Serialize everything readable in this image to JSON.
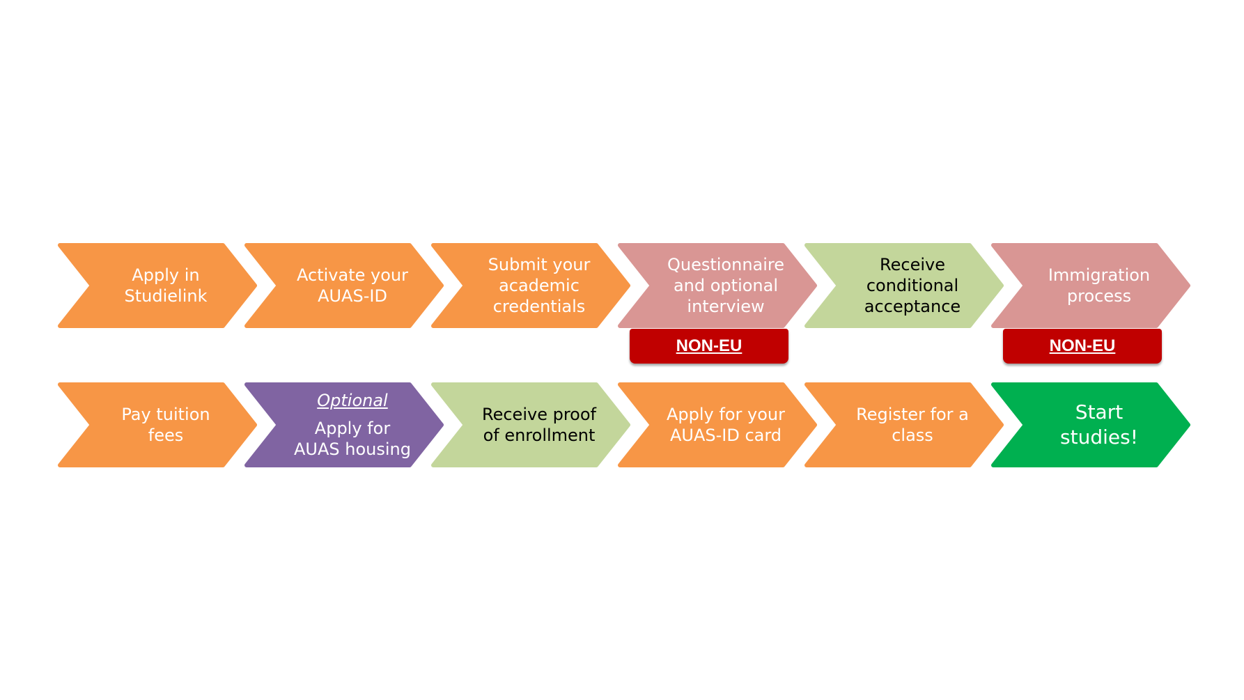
{
  "colors": {
    "orange": "#f79646",
    "pink": "#d99694",
    "light_green": "#c3d69b",
    "purple": "#8064a2",
    "green": "#00b050",
    "badge_red": "#c00000"
  },
  "rows": [
    {
      "steps": [
        {
          "lines": [
            "Apply in",
            "Studielink"
          ],
          "color": "#f79646",
          "text_color": "#ffffff"
        },
        {
          "lines": [
            "Activate your",
            "AUAS-ID"
          ],
          "color": "#f79646",
          "text_color": "#ffffff"
        },
        {
          "lines": [
            "Submit your",
            "academic",
            "credentials"
          ],
          "color": "#f79646",
          "text_color": "#ffffff"
        },
        {
          "lines": [
            "Questionnaire",
            "and optional",
            "interview"
          ],
          "color": "#d99694",
          "text_color": "#ffffff",
          "badge": "NON-EU"
        },
        {
          "lines": [
            "Receive",
            "conditional",
            "acceptance"
          ],
          "color": "#c3d69b",
          "text_color": "#000000"
        },
        {
          "lines": [
            "Immigration",
            "process"
          ],
          "color": "#d99694",
          "text_color": "#ffffff",
          "badge": "NON-EU"
        }
      ]
    },
    {
      "steps": [
        {
          "lines": [
            "Pay tuition",
            "fees"
          ],
          "color": "#f79646",
          "text_color": "#ffffff"
        },
        {
          "optional_label": "Optional",
          "lines": [
            "Apply for",
            "AUAS housing"
          ],
          "color": "#8064a2",
          "text_color": "#ffffff"
        },
        {
          "lines": [
            "Receive proof",
            "of enrollment"
          ],
          "color": "#c3d69b",
          "text_color": "#000000"
        },
        {
          "lines": [
            "Apply for your",
            "AUAS-ID card"
          ],
          "color": "#f79646",
          "text_color": "#ffffff"
        },
        {
          "lines": [
            "Register for a",
            "class"
          ],
          "color": "#f79646",
          "text_color": "#ffffff"
        },
        {
          "lines": [
            "Start",
            "studies!"
          ],
          "color": "#00b050",
          "text_color": "#ffffff",
          "emphasis": true
        }
      ]
    }
  ]
}
